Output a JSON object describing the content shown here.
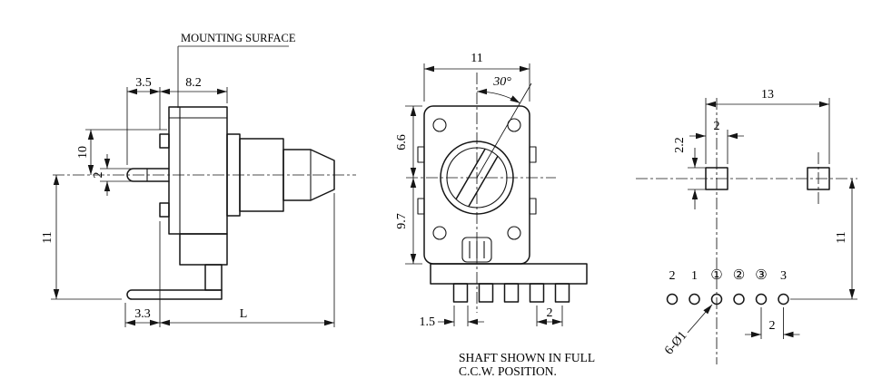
{
  "labels": {
    "mounting_surface": "MOUNTING SURFACE",
    "note_line1": "SHAFT SHOWN IN FULL",
    "note_line2": "C.C.W. POSITION."
  },
  "side_view": {
    "dim_3_5": "3.5",
    "dim_8_2": "8.2",
    "dim_10": "10",
    "dim_2": "2",
    "dim_11": "11",
    "dim_3_3": "3.3",
    "dim_L": "L"
  },
  "front_view": {
    "dim_11": "11",
    "angle_30": "30°",
    "dim_6_6": "6.6",
    "dim_9_7": "9.7",
    "dim_1_5": "1.5",
    "dim_2": "2"
  },
  "pcb_view": {
    "dim_13": "13",
    "dim_2_top": "2",
    "dim_2_2": "2.2",
    "dim_11": "11",
    "dim_2_bottom": "2",
    "hole_callout": "6-Ø1",
    "pad_labels": [
      "2",
      "1",
      "①",
      "②",
      "③",
      "3"
    ]
  }
}
